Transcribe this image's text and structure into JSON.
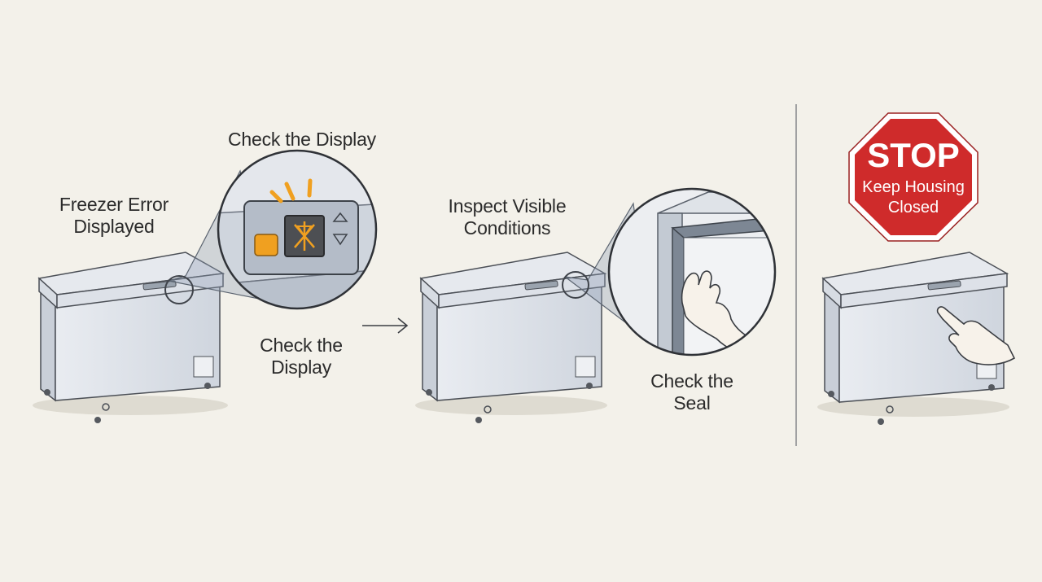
{
  "step1": {
    "title": "Freezer Error\nDisplayed",
    "callout_top": "Check the Display",
    "callout_bottom": "Check the\nDisplay",
    "panel_icon": "error-warning-icon"
  },
  "step2": {
    "title": "Inspect Visible\nConditions",
    "callout": "Check the\nSeal"
  },
  "step3": {
    "stop_word": "STOP",
    "stop_line1": "Keep Housing",
    "stop_line2": "Closed"
  },
  "colors": {
    "background": "#f3f1ea",
    "stop_red": "#cf2b2b",
    "indicator_orange": "#f0a020",
    "freezer_body": "#dfe3ea"
  }
}
